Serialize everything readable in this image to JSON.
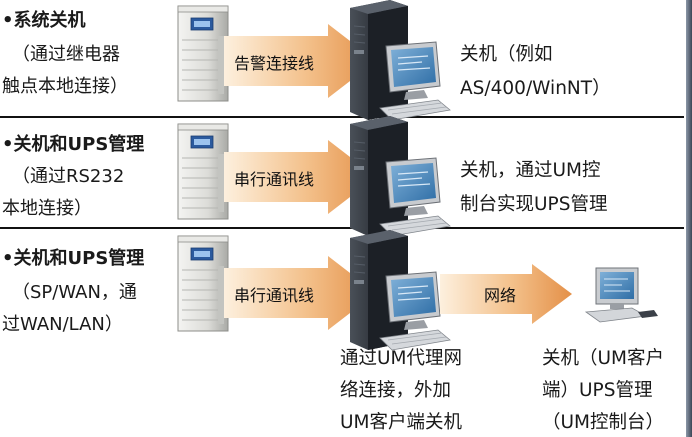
{
  "rows": [
    {
      "title": "•系统关机",
      "sub": [
        "（通过继电器",
        "触点本地连接）"
      ],
      "link_label": "告警连接线",
      "result": [
        "关机（例如",
        "AS/400/WinNT）"
      ]
    },
    {
      "title": "•关机和UPS管理",
      "sub": [
        "（通过RS232",
        "本地连接）"
      ],
      "link_label": "串行通讯线",
      "result": [
        "关机，通过UM控",
        "制台实现UPS管理"
      ]
    },
    {
      "title": "•关机和UPS管理",
      "sub": [
        "（SP/WAN，通",
        "过WAN/LAN）"
      ],
      "link_label": "串行通讯线",
      "network_label": "网络"
    }
  ],
  "bottom": {
    "agent": [
      "通过UM代理网",
      "络连接，外加",
      "UM客户端关机"
    ],
    "client": [
      "关机（UM客户",
      "端）UPS管理",
      "（UM控制台）"
    ]
  },
  "icons": {
    "ups": "ups-cabinet-icon",
    "server": "server-tower-icon",
    "workstation": "workstation-icon"
  },
  "colors": {
    "arrow_light": "#fbe3c4",
    "arrow_dark": "#e8a15a",
    "divider": "#111111"
  }
}
